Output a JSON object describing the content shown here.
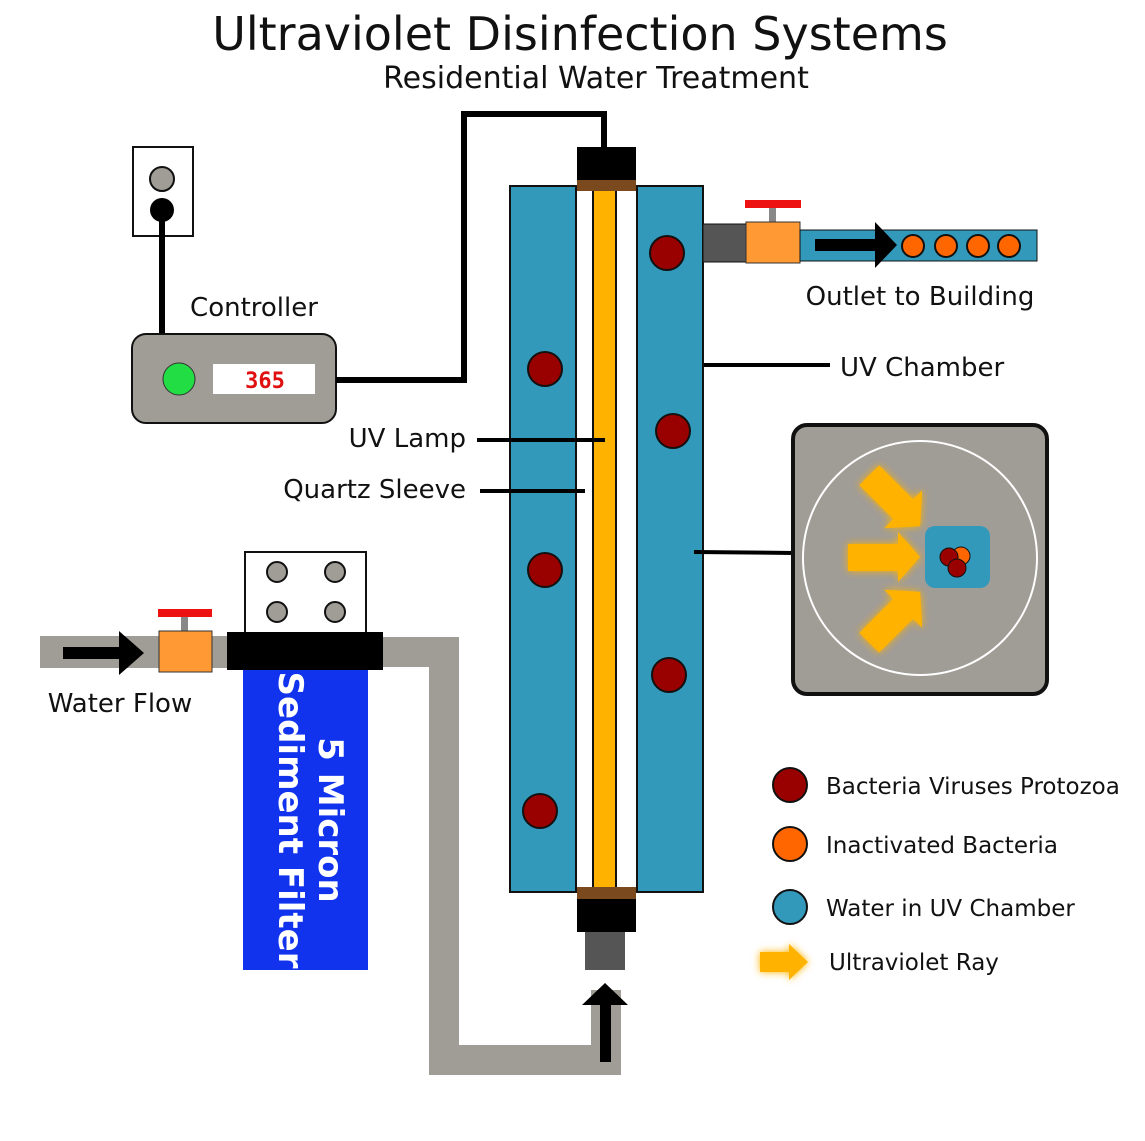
{
  "title": "Ultraviolet Disinfection Systems",
  "subtitle": "Residential Water Treatment",
  "colors": {
    "water": "#3399bb",
    "lamp": "#ffb300",
    "bacteria": "#990000",
    "inactivated": "#ff6600",
    "pipe": "#a09c96",
    "filter": "#1133ee",
    "valve_body": "#ff9933",
    "valve_handle": "#ee1111",
    "sleeve_cap": "#7a4a1e",
    "led": "#22dd44"
  },
  "controller": {
    "label": "Controller",
    "display_value": "365"
  },
  "labels": {
    "uv_lamp": "UV Lamp",
    "quartz_sleeve": "Quartz Sleeve",
    "uv_chamber": "UV Chamber",
    "outlet": "Outlet to Building",
    "water_flow": "Water Flow"
  },
  "filter": {
    "line1": "5 Micron",
    "line2": "Sediment Filter"
  },
  "legend": [
    {
      "icon": "bacteria-icon",
      "label": "Bacteria Viruses Protozoa"
    },
    {
      "icon": "inactivated-bacteria-icon",
      "label": "Inactivated Bacteria"
    },
    {
      "icon": "water-icon",
      "label": "Water in UV Chamber"
    },
    {
      "icon": "uv-ray-arrow-icon",
      "label": "Ultraviolet Ray"
    }
  ]
}
